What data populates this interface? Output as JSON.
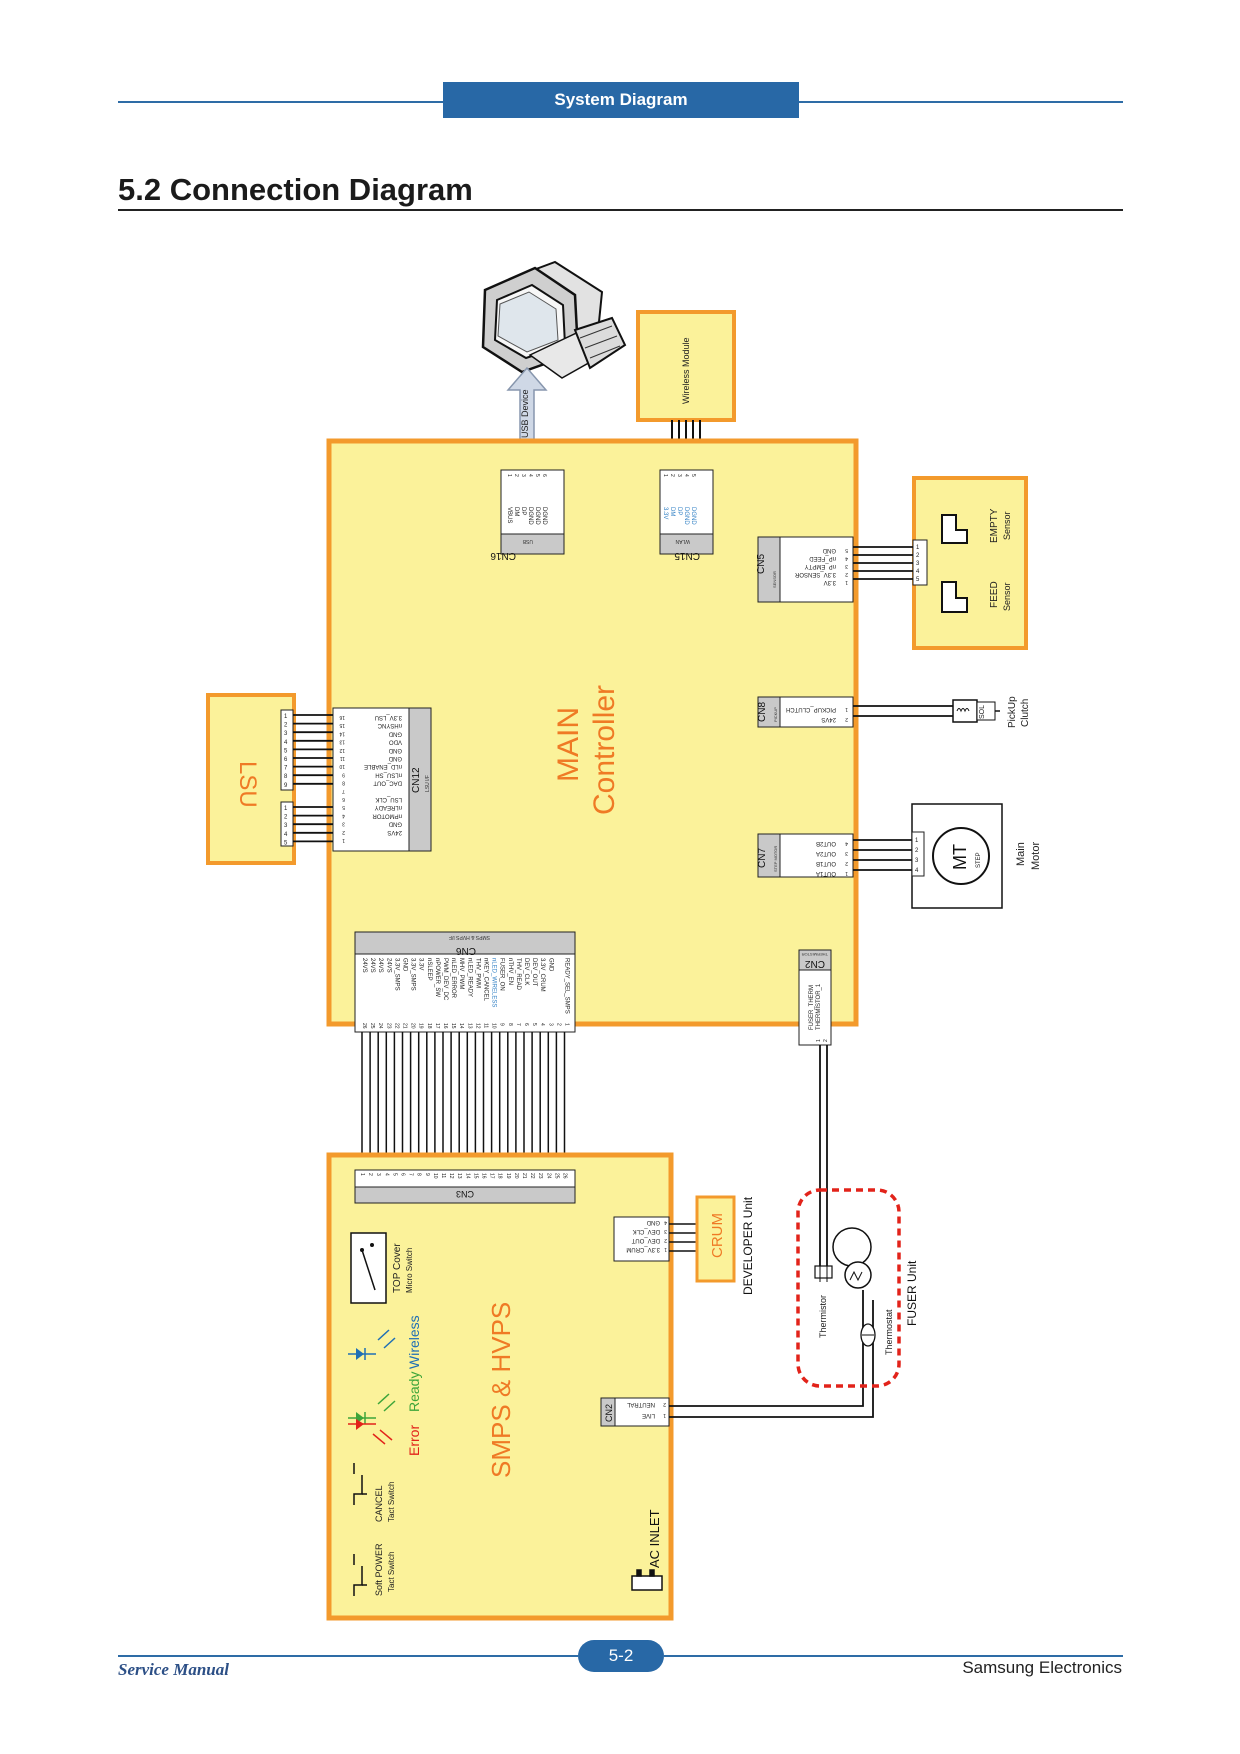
{
  "header": {
    "title": "System Diagram"
  },
  "page_title": "5.2 Connection Diagram",
  "footer": {
    "left": "Service Manual",
    "page": "5-2",
    "right": "Samsung Electronics"
  },
  "colors": {
    "board_fill": "#fbf29a",
    "board_border": "#f39a2c",
    "header_blue": "#2868a6",
    "connector_gray": "#c9c9c9",
    "title_orange": "#ef7a25",
    "fuser_dash": "#e2231a"
  },
  "diagram": {
    "main": {
      "line1": "MAIN",
      "line2": "Controller"
    },
    "smps": {
      "label": "SMPS & HVPS"
    },
    "lsu": {
      "label": "LSU"
    },
    "wireless": {
      "label": "Wireless Module"
    },
    "usb": {
      "label": "USB Device"
    },
    "sensors": {
      "empty": [
        "EMPTY",
        "Sensor"
      ],
      "feed": [
        "FEED",
        "Sensor"
      ]
    },
    "pickup": {
      "sol": "SOL",
      "label": [
        "PickUp",
        "Clutch"
      ]
    },
    "motor": {
      "mt": "MT",
      "step": "STEP",
      "label": [
        "Main",
        "Motor"
      ]
    },
    "crum": {
      "label": "CRUM",
      "unit": "DEVELOPER Unit"
    },
    "fuser": {
      "thermistor": "Thermistor",
      "thermostat": "Thermostat",
      "unit": "FUSER Unit"
    },
    "switches": {
      "top_cover": [
        "TOP Cover",
        "Micro Switch"
      ],
      "cancel": [
        "CANCEL",
        "Tact Switch"
      ],
      "power": [
        "Soft POWER",
        "Tact Switch"
      ]
    },
    "leds": {
      "error": "Error",
      "ready": "Ready",
      "wireless": "Wireless"
    },
    "ac_inlet": "AC INLET",
    "connectors": {
      "cn16": {
        "name": "CN16",
        "sub": "USB",
        "signals": [
          "VBUS",
          "DM",
          "DP",
          "DGND",
          "DGND",
          "DGND"
        ],
        "pins": [
          "1",
          "2",
          "3",
          "4",
          "5",
          "6"
        ]
      },
      "cn15": {
        "name": "CN15",
        "sub": "WLAN",
        "signals": [
          "3.3V",
          "DM",
          "DP",
          "DGND",
          "DGND"
        ],
        "pins": [
          "1",
          "2",
          "3",
          "4",
          "5"
        ]
      },
      "cn5": {
        "name": "CN5",
        "sub": "SENSOR",
        "signals": [
          "GND",
          "nP_FEED",
          "nP_EMPTY",
          "3.3V_SENSOR",
          "3.3V"
        ],
        "pins": [
          "5",
          "4",
          "3",
          "2",
          "1"
        ]
      },
      "cn8": {
        "name": "CN8",
        "sub": "PICKUP",
        "signals": [
          "PICKUP_CLUTCH",
          "24VS"
        ],
        "pins": [
          "1",
          "2"
        ]
      },
      "cn7": {
        "name": "CN7",
        "sub": "STEP MOTOR",
        "signals": [
          "OUT2B",
          "OUT2A",
          "OUT1B",
          "OUT1A"
        ],
        "pins": [
          "4",
          "3",
          "2",
          "1"
        ]
      },
      "cn2_main": {
        "name": "CN2",
        "sub": "THERMISTOR",
        "signals": [
          "FUSER_THERM",
          "THERMISTOR_1"
        ],
        "pins": [
          "1",
          "2"
        ]
      },
      "cn12": {
        "name": "CN12",
        "sub": "LSU I/F",
        "signals": [
          "3.3V_LSU",
          "nHSYNC",
          "GND",
          "VDO",
          "GND",
          "GND",
          "nLD_ENABLE",
          "nLSU_SH",
          "DAC_OUT",
          "",
          "LSU_CLK",
          "nLREADY",
          "nPMOTOR",
          "GND",
          "24VS",
          ""
        ],
        "pins": [
          "16",
          "15",
          "14",
          "13",
          "12",
          "11",
          "10",
          "9",
          "8",
          "7",
          "6",
          "5",
          "4",
          "3",
          "2",
          "1"
        ]
      },
      "cn6": {
        "name": "CN6",
        "sub": "SMPS & HVPS I/F",
        "signals": [
          "24VS",
          "24VS",
          "24VS",
          "24VS",
          "3.3V_SMPS",
          "GND",
          "3.3V_SMPS",
          "3.3V",
          "nSLEEP",
          "nPOWER_SW",
          "PWM_DEV_DC",
          "nLED_ERROR",
          "MHV_PWM",
          "nLED_READY",
          "THV_PWM",
          "nKEY_CANCEL",
          "nLED_WIRELESS",
          "FUSER_ON",
          "nTHV_EN",
          "THV_READ",
          "DEV_CLK",
          "DEV_OUT",
          "3.3V_CRUM",
          "GND",
          "",
          "READY_SEL_SMPS"
        ],
        "pins": [
          "26",
          "25",
          "24",
          "23",
          "22",
          "21",
          "20",
          "19",
          "18",
          "17",
          "16",
          "15",
          "14",
          "13",
          "12",
          "11",
          "10",
          "9",
          "8",
          "7",
          "6",
          "5",
          "4",
          "3",
          "2",
          "1"
        ]
      },
      "cn3": {
        "name": "CN3",
        "pins": [
          "1",
          "2",
          "3",
          "4",
          "5",
          "6",
          "7",
          "8",
          "9",
          "10",
          "11",
          "12",
          "13",
          "14",
          "15",
          "16",
          "17",
          "18",
          "19",
          "20",
          "21",
          "22",
          "23",
          "24",
          "25",
          "26"
        ]
      },
      "crum_conn": {
        "signals": [
          "GND",
          "DEV_CLK",
          "DEV_OUT",
          "3.3V_CRUM"
        ],
        "pins": [
          "4",
          "3",
          "2",
          "1"
        ]
      },
      "cn2_smps": {
        "name": "CN2",
        "signals": [
          "NEUTRAL",
          "LIVE"
        ],
        "pins": [
          "2",
          "1"
        ]
      },
      "lsu_pins_a": [
        "1",
        "2",
        "3",
        "4",
        "5",
        "6",
        "7",
        "8",
        "9"
      ],
      "lsu_pins_b": [
        "1",
        "2",
        "3",
        "4",
        "5"
      ],
      "sensor_pins": [
        "1",
        "2",
        "3",
        "4",
        "5"
      ],
      "motor_pins": [
        "1",
        "2",
        "3",
        "4"
      ]
    }
  }
}
